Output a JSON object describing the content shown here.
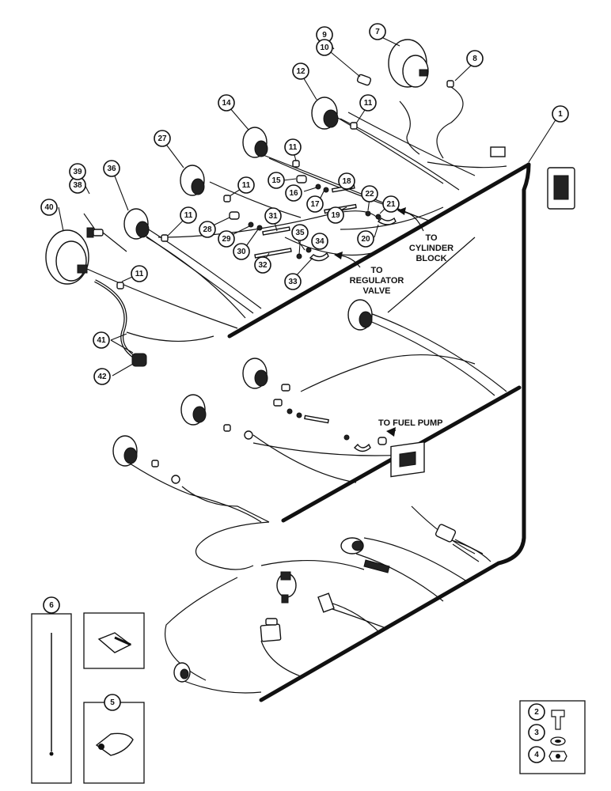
{
  "labels": {
    "cylinder_block": [
      "TO",
      "CYLINDER",
      "BLOCK"
    ],
    "regulator_valve": [
      "TO",
      "REGULATOR",
      "VALVE"
    ],
    "fuel_pump": "TO FUEL PUMP"
  },
  "callouts": [
    {
      "n": "1"
    },
    {
      "n": "2"
    },
    {
      "n": "3"
    },
    {
      "n": "4"
    },
    {
      "n": "5"
    },
    {
      "n": "6"
    },
    {
      "n": "7"
    },
    {
      "n": "8"
    },
    {
      "n": "9"
    },
    {
      "n": "10"
    },
    {
      "n": "11"
    },
    {
      "n": "12"
    },
    {
      "n": "14"
    },
    {
      "n": "15"
    },
    {
      "n": "16"
    },
    {
      "n": "17"
    },
    {
      "n": "18"
    },
    {
      "n": "19"
    },
    {
      "n": "20"
    },
    {
      "n": "21"
    },
    {
      "n": "22"
    },
    {
      "n": "27"
    },
    {
      "n": "28"
    },
    {
      "n": "29"
    },
    {
      "n": "30"
    },
    {
      "n": "31"
    },
    {
      "n": "32"
    },
    {
      "n": "33"
    },
    {
      "n": "34"
    },
    {
      "n": "35"
    },
    {
      "n": "36"
    },
    {
      "n": "38"
    },
    {
      "n": "39"
    },
    {
      "n": "40"
    },
    {
      "n": "41"
    },
    {
      "n": "42"
    }
  ]
}
